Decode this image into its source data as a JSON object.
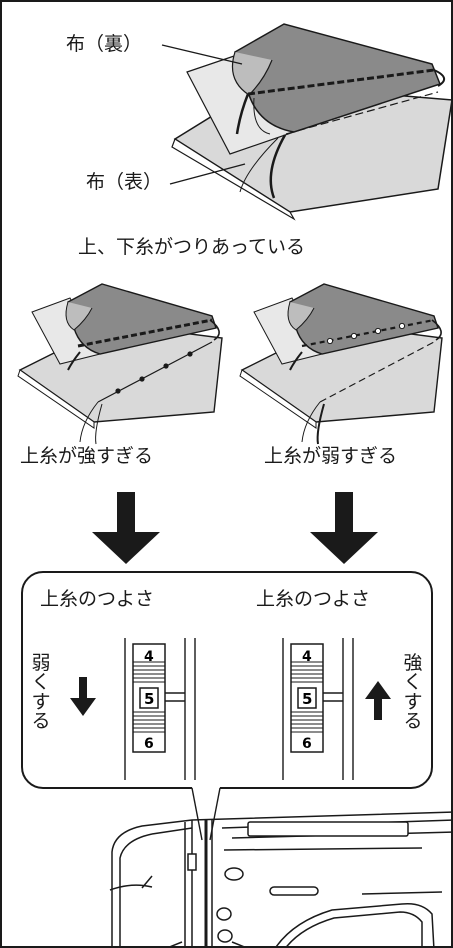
{
  "labels": {
    "fabric_back": "布（裏）",
    "fabric_front": "布（表）",
    "balanced": "上、下糸がつりあっている",
    "upper_too_tight": "上糸が強すぎる",
    "upper_too_loose": "上糸が弱すぎる",
    "tension_left": "上糸のつよさ",
    "tension_right": "上糸のつよさ",
    "weaken": [
      "弱",
      "く",
      "す",
      "る"
    ],
    "strengthen": [
      "強",
      "く",
      "す",
      "る"
    ]
  },
  "dial_left": {
    "top": "4",
    "middle": "5",
    "bottom": "6"
  },
  "dial_right": {
    "top": "4",
    "middle": "5",
    "bottom": "6"
  },
  "colors": {
    "cloth_dark": "#8a8a8a",
    "cloth_light": "#d9d9d9",
    "ink": "#1a1a1a"
  }
}
